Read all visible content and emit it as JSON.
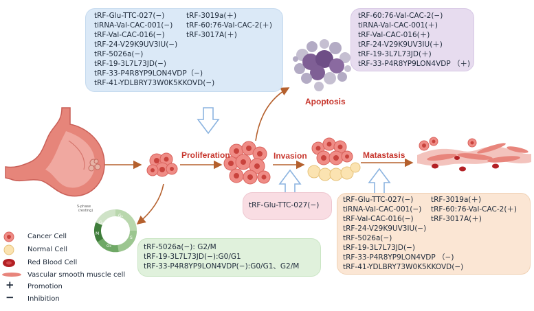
{
  "stages": {
    "proliferation": "Proliferation",
    "invasion": "Invasion",
    "metastasis": "Matastasis",
    "apoptosis": "Apoptosis"
  },
  "boxes": {
    "proliferation": {
      "left": [
        "tRF-Glu-TTC-027(−)",
        "tiRNA-Val-CAC-001(−)",
        "tRF-Val-CAC-016(−)",
        "tRF-24-V29K9UV3IU(−)",
        "tRF-5026a(−)",
        "tRF-19-3L7L73JD(−)",
        "tRF-33-P4R8YP9LON4VDP（−)",
        "tRF-41-YDLBRY73W0K5KKOVD(−)"
      ],
      "right": [
        "tRF-3019a(＋)",
        "tRF-60:76-Val-CAC-2(＋)",
        "tRF-3017A(＋)"
      ]
    },
    "apoptosis": [
      "tRF-60:76-Val-CAC-2(−)",
      "tiRNA-Val-CAC-001(＋)",
      "tRF-Val-CAC-016(＋)",
      "tRF-24-V29K9UV3IU(＋)",
      "tRF-19-3L7L73JD(＋)",
      "tRF-33-P4R8YP9LON4VDP （＋)"
    ],
    "invasion": [
      "tRF-Glu-TTC-027(−)"
    ],
    "metastasis": {
      "left": [
        "tRF-Glu-TTC-027(−)",
        "tiRNA-Val-CAC-001(−)",
        "tRF-Val-CAC-016(−)",
        "tRF-24-V29K9UV3IU(−)",
        "tRF-5026a(−)",
        "tRF-19-3L7L73JD(−)",
        "tRF-33-P4R8YP9LON4VDP （−)",
        "tRF-41-YDLBRY73W0K5KKOVD(−)"
      ],
      "right": [
        "tRF-3019a(＋)",
        "tRF-60:76-Val-CAC-2(＋)",
        "tRF-3017A(＋)"
      ]
    },
    "cell_cycle": [
      "tRF-5026a(−): G2/M",
      "tRF-19-3L7L73JD(−):G0/G1",
      "tRF-33-P4R8YP9LON4VDP(−):G0/G1、G2/M"
    ]
  },
  "cell_cycle_labels": {
    "s_phase": "S-phase",
    "resting": "(resting)",
    "g0": "G₀",
    "g1": "G₁",
    "s": "S",
    "g2": "G₂",
    "m": "M"
  },
  "legend": [
    {
      "icon": "cancer-cell-icon",
      "label": "Cancer Cell"
    },
    {
      "icon": "normal-cell-icon",
      "label": "Normal Cell"
    },
    {
      "icon": "red-blood-cell-icon",
      "label": "Red Blood Cell"
    },
    {
      "icon": "smooth-muscle-cell-icon",
      "label": "Vascular smooth muscle cell"
    },
    {
      "icon": "plus-icon",
      "symbol": "+",
      "label": "Promotion"
    },
    {
      "icon": "minus-icon",
      "symbol": "−",
      "label": "Inhibition"
    }
  ],
  "colors": {
    "proliferation_box": "#dbe9f7",
    "apoptosis_box": "#e7dcef",
    "invasion_box": "#f9dde3",
    "metastasis_box": "#fbe6d4",
    "cell_cycle_box": "#e0f1dc",
    "stage_label": "#c7352c",
    "arrow": "#b5602d",
    "block_arrow": "#8cb4e0"
  }
}
